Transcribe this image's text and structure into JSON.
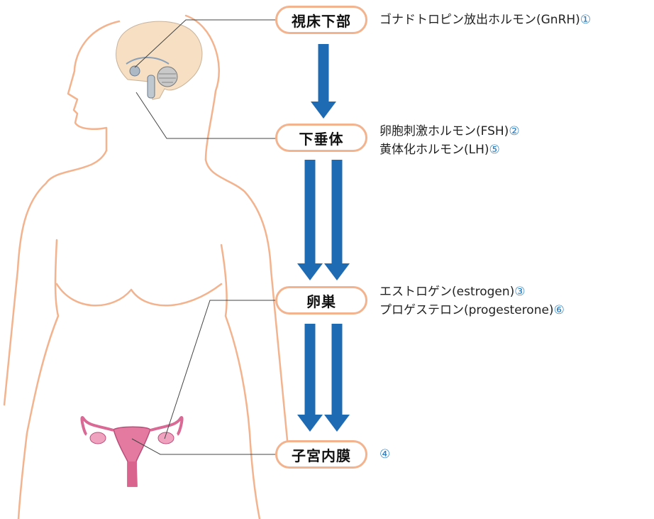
{
  "nodes": [
    {
      "id": "hypothalamus",
      "label": "視床下部"
    },
    {
      "id": "pituitary",
      "label": "下垂体"
    },
    {
      "id": "ovary",
      "label": "卵巣"
    },
    {
      "id": "endometrium",
      "label": "子宮内膜"
    }
  ],
  "hormones": {
    "hypothalamus": [
      {
        "text": "ゴナドトロピン放出ホルモン(GnRH)",
        "marker": "①"
      }
    ],
    "pituitary": [
      {
        "text": "卵胞刺激ホルモン(FSH)",
        "marker": "②"
      },
      {
        "text": "黄体化ホルモン(LH)",
        "marker": "⑤"
      }
    ],
    "ovary": [
      {
        "text": "エストロゲン(estrogen)",
        "marker": "③"
      },
      {
        "text": "プロゲステロン(progesterone)",
        "marker": "⑥"
      }
    ],
    "endometrium": [
      {
        "text": "",
        "marker": "④"
      }
    ]
  },
  "edges": [
    {
      "from": "hypothalamus",
      "to": "pituitary",
      "arrows": 1
    },
    {
      "from": "pituitary",
      "to": "ovary",
      "arrows": 2
    },
    {
      "from": "ovary",
      "to": "endometrium",
      "arrows": 2
    }
  ],
  "colors": {
    "arrow": "#1f6bb3",
    "node_border": "#f2b38e",
    "body_outline": "#f2b38e",
    "marker": "#2a7fc4",
    "brain": "#f6dfc2",
    "uterus": "#e47aa0"
  }
}
